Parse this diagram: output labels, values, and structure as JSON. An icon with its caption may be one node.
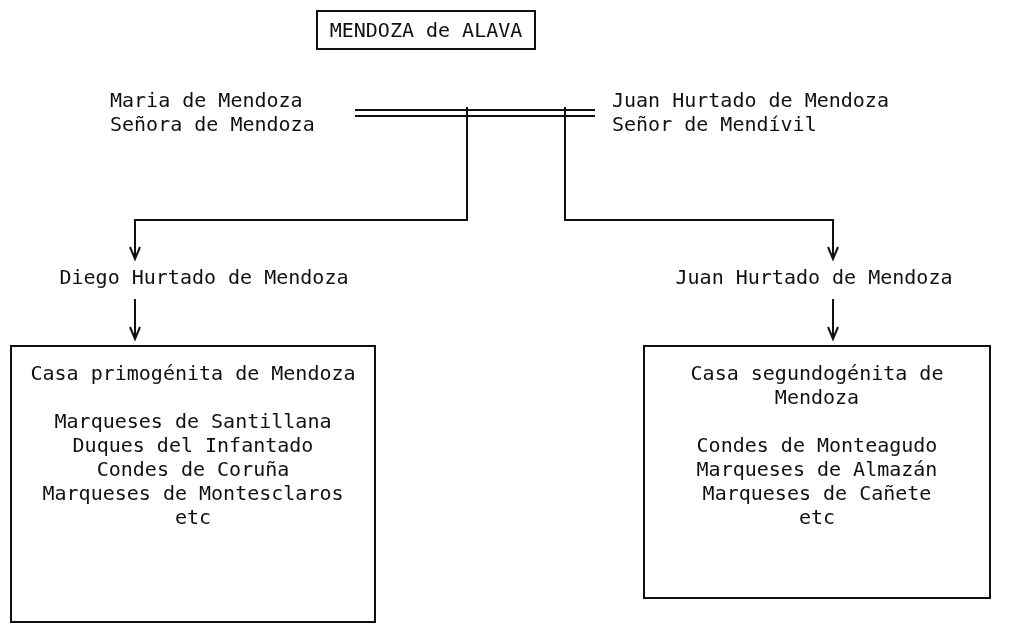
{
  "diagram": {
    "title": "MENDOZA de ALAVA",
    "nodes": [
      {
        "text": [
          "Maria de Mendoza",
          "Señora de Mendoza"
        ]
      },
      {
        "text": [
          "Juan Hurtado de Mendoza",
          "Señor de Mendívil"
        ]
      },
      {
        "text": [
          "Diego Hurtado de Mendoza"
        ]
      },
      {
        "text": [
          "Juan Hurtado de Mendoza"
        ]
      },
      {
        "text": [
          "Casa primogénita de Mendoza",
          "Marqueses de Santillana",
          "Duques del Infantado",
          "Condes de Coruña",
          "Marqueses de Montesclaros",
          "etc"
        ]
      },
      {
        "text": [
          "Casa segundogénita de Mendoza",
          "Condes de Monteagudo",
          "Marqueses de Almazán",
          "Marqueses de Cañete",
          "etc"
        ]
      }
    ],
    "edges": [
      {
        "from": 0,
        "to": 1,
        "arrow": "none"
      },
      {
        "from": null,
        "to": 2,
        "arrow": "to"
      },
      {
        "from": null,
        "to": 3,
        "arrow": "to"
      },
      {
        "from": 2,
        "to": 4,
        "arrow": "to"
      },
      {
        "from": 3,
        "to": 5,
        "arrow": "to"
      }
    ]
  }
}
